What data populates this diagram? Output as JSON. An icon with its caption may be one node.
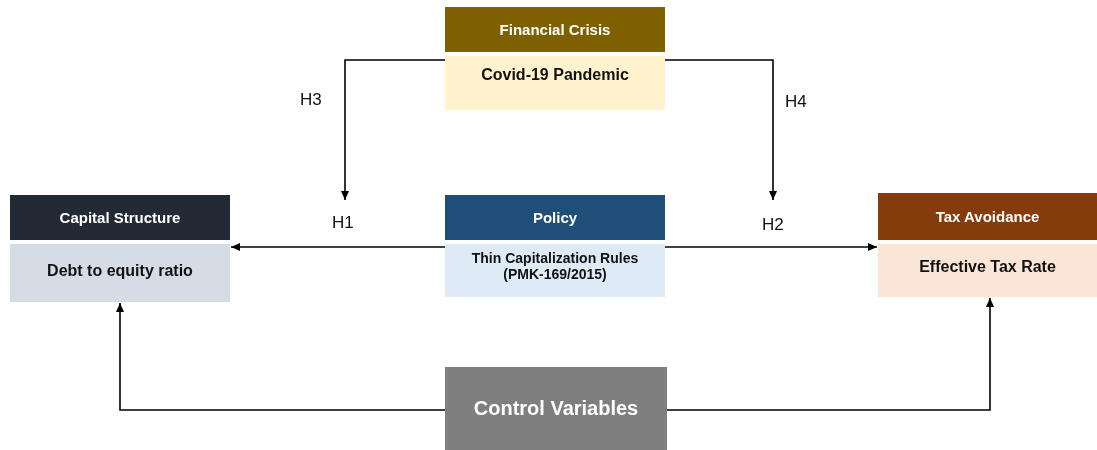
{
  "diagram": {
    "nodes": [
      {
        "text": [
          "Financial Crisis",
          "Covid-19 Pandemic"
        ]
      },
      {
        "text": [
          "Capital Structure",
          "Debt to equity ratio"
        ]
      },
      {
        "text": [
          "Policy",
          "Thin Capitalization Rules (PMK-169/2015)"
        ]
      },
      {
        "text": [
          "Tax Avoidance",
          "Effective Tax Rate"
        ]
      },
      {
        "text": [
          "Control Variables"
        ]
      }
    ],
    "edges": [
      {
        "from": 0,
        "to": null,
        "arrow": "to",
        "label": "H3"
      },
      {
        "from": 0,
        "to": null,
        "arrow": "to",
        "label": "H4"
      },
      {
        "from": 2,
        "to": 1,
        "arrow": "to",
        "label": "H1"
      },
      {
        "from": 2,
        "to": 3,
        "arrow": "to",
        "label": "H2"
      },
      {
        "from": 4,
        "to": 1,
        "arrow": "to"
      },
      {
        "from": 4,
        "to": 3,
        "arrow": "to"
      }
    ]
  }
}
